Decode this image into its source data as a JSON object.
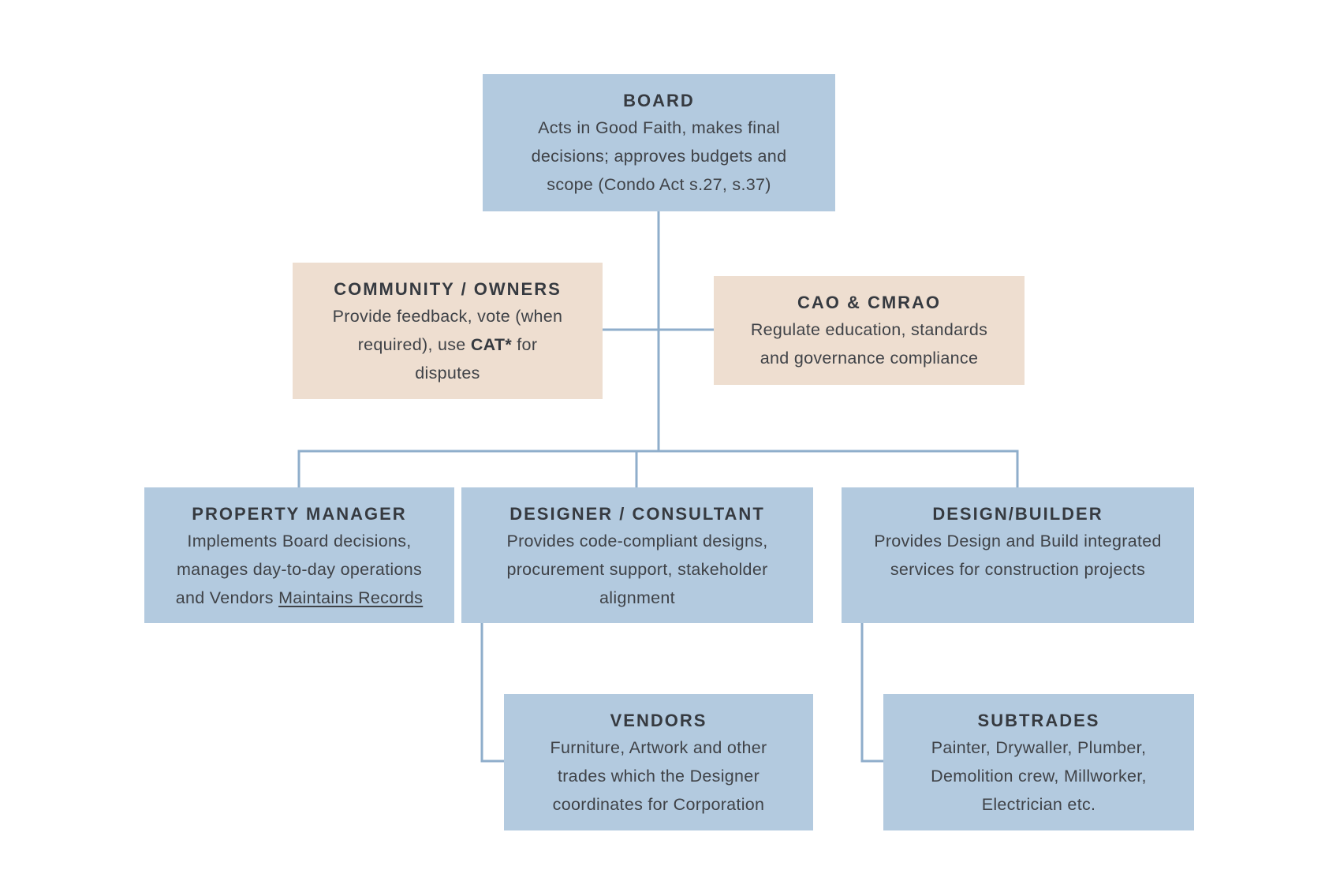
{
  "colors": {
    "blue_box": "#b3cadf",
    "tan_box": "#eeded0",
    "connector": "#8faecb",
    "text": "#3f4247"
  },
  "nodes": {
    "board": {
      "title": "BOARD",
      "line1": "Acts in Good Faith, makes final",
      "line2": "decisions; approves budgets and",
      "line3": "scope (Condo Act s.27, s.37)"
    },
    "community": {
      "title": "COMMUNITY / OWNERS",
      "line1": "Provide feedback, vote (when",
      "line2_pre": "required), use ",
      "line2_bold": "CAT*",
      "line2_post": " for",
      "line3": "disputes"
    },
    "cao": {
      "title": "CAO & CMRAO",
      "line1": "Regulate education, standards",
      "line2": "and governance compliance"
    },
    "property_manager": {
      "title": "PROPERTY MANAGER",
      "line1": "Implements Board decisions,",
      "line2": "manages day-to-day operations",
      "line3_pre": "and Vendors ",
      "line3_underline": "Maintains Records"
    },
    "designer": {
      "title": "DESIGNER / CONSULTANT",
      "line1": "Provides code-compliant designs,",
      "line2": "procurement support, stakeholder",
      "line3": "alignment"
    },
    "design_builder": {
      "title": "DESIGN/BUILDER",
      "line1": "Provides Design and Build integrated",
      "line2": "services for construction projects"
    },
    "vendors": {
      "title": "VENDORS",
      "line1": "Furniture, Artwork and other",
      "line2": "trades which the Designer",
      "line3": "coordinates for Corporation"
    },
    "subtrades": {
      "title": "SUBTRADES",
      "line1": "Painter, Drywaller, Plumber,",
      "line2": "Demolition crew, Millworker,",
      "line3": "Electrician etc."
    }
  }
}
